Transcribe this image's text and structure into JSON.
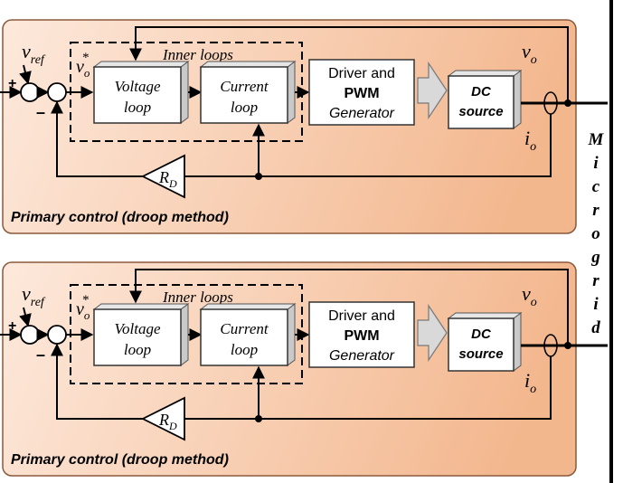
{
  "colors": {
    "panel_light": "#fde9dc",
    "panel_dark": "#f3b78e",
    "panel_border": "#8a5a3c",
    "block_fill": "#ffffff",
    "block_shade": "#c9c9c9",
    "line": "#000000"
  },
  "panels": [
    {
      "title": "Primary control (droop method)",
      "inner_loops_label": "Inner loops",
      "vref_main": "v",
      "vref_sub": "ref",
      "vo_star_main": "v",
      "vo_star_sub": "o",
      "vo_star_sup": "*",
      "plus_sign": "+",
      "minus_sign": "–",
      "voltage_loop": [
        "Voltage",
        "loop"
      ],
      "current_loop": [
        "Current",
        "loop"
      ],
      "driver": [
        "Driver and",
        "PWM",
        "Generator"
      ],
      "dc_source": [
        "DC",
        "source"
      ],
      "gain_main": "R",
      "gain_sub": "D",
      "vo_main": "v",
      "vo_sub": "o",
      "io_main": "i",
      "io_sub": "o"
    },
    {
      "title": "Primary control (droop method)",
      "inner_loops_label": "Inner loops",
      "vref_main": "v",
      "vref_sub": "ref",
      "vo_star_main": "v",
      "vo_star_sub": "o",
      "vo_star_sup": "*",
      "plus_sign": "+",
      "minus_sign": "–",
      "voltage_loop": [
        "Voltage",
        "loop"
      ],
      "current_loop": [
        "Current",
        "loop"
      ],
      "driver": [
        "Driver and",
        "PWM",
        "Generator"
      ],
      "dc_source": [
        "DC",
        "source"
      ],
      "gain_main": "R",
      "gain_sub": "D",
      "vo_main": "v",
      "vo_sub": "o",
      "io_main": "i",
      "io_sub": "o"
    }
  ],
  "bus_label": [
    "M",
    "i",
    "c",
    "r",
    "o",
    "g",
    "r",
    "i",
    "d"
  ]
}
